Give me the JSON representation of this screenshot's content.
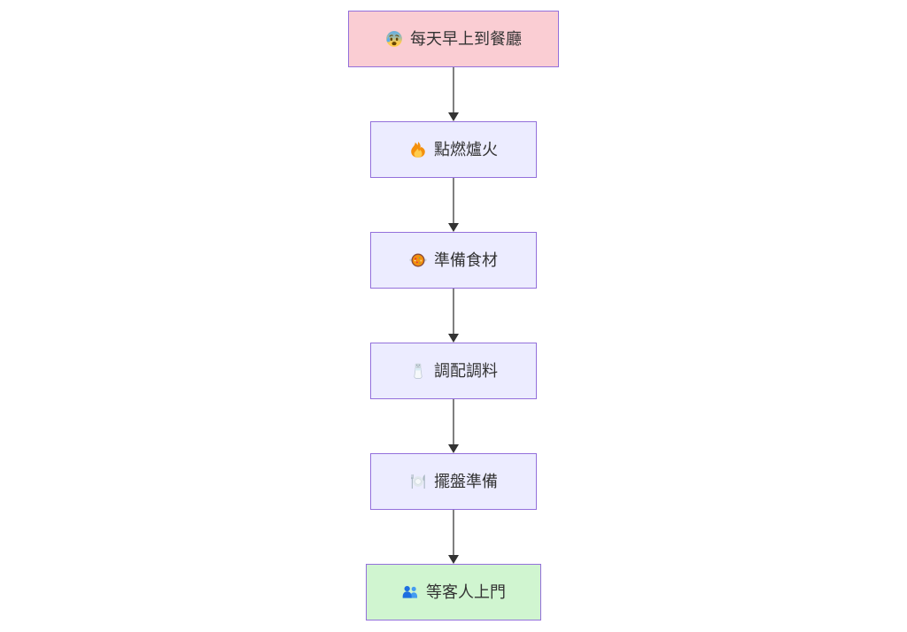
{
  "diagram": {
    "type": "flowchart",
    "direction": "top-down",
    "background": "#FFFFFF",
    "text_color": "#333333",
    "node_border_color": "#9370DB",
    "edge_line_color": "#808080",
    "edge_arrowhead_color": "#333333",
    "nodes": [
      {
        "label": "每天早上到餐廳",
        "icon": "anxious-face-with-sweat",
        "fill": "#FACDD3",
        "border": "#9370DB"
      },
      {
        "label": "點燃爐火",
        "icon": "fire",
        "fill": "#ECECFF",
        "border": "#9370DB"
      },
      {
        "label": "準備食材",
        "icon": "shallow-pan-of-food",
        "fill": "#ECECFF",
        "border": "#9370DB"
      },
      {
        "label": "調配調料",
        "icon": "salt-shaker",
        "fill": "#ECECFF",
        "border": "#9370DB"
      },
      {
        "label": "擺盤準備",
        "icon": "fork-and-knife-with-plate",
        "fill": "#ECECFF",
        "border": "#9370DB"
      },
      {
        "label": "等客人上門",
        "icon": "busts-in-silhouette",
        "fill": "#D0F5D0",
        "border": "#9370DB"
      }
    ],
    "edge_count": 5
  }
}
